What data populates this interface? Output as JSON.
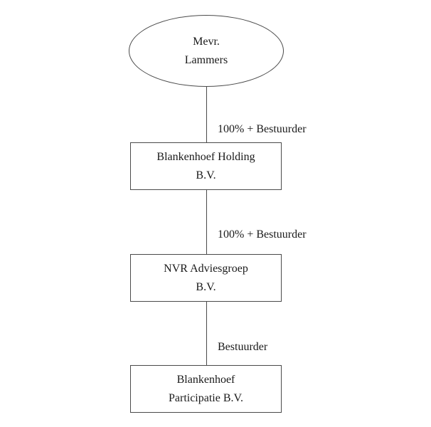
{
  "nodes": [
    {
      "id": "person",
      "shape": "ellipse",
      "lines": [
        "Mevr.",
        "Lammers"
      ]
    },
    {
      "id": "holding",
      "shape": "box",
      "lines": [
        "Blankenhoef Holding",
        "B.V."
      ]
    },
    {
      "id": "adviesgroep",
      "shape": "box",
      "lines": [
        "NVR Adviesgroep",
        "B.V."
      ]
    },
    {
      "id": "participatie",
      "shape": "box",
      "lines": [
        "Blankenhoef",
        "Participatie B.V."
      ]
    }
  ],
  "edges": [
    {
      "from": "person",
      "to": "holding",
      "label": "100% + Bestuurder"
    },
    {
      "from": "holding",
      "to": "adviesgroep",
      "label": "100% + Bestuurder"
    },
    {
      "from": "adviesgroep",
      "to": "participatie",
      "label": "Bestuurder"
    }
  ]
}
